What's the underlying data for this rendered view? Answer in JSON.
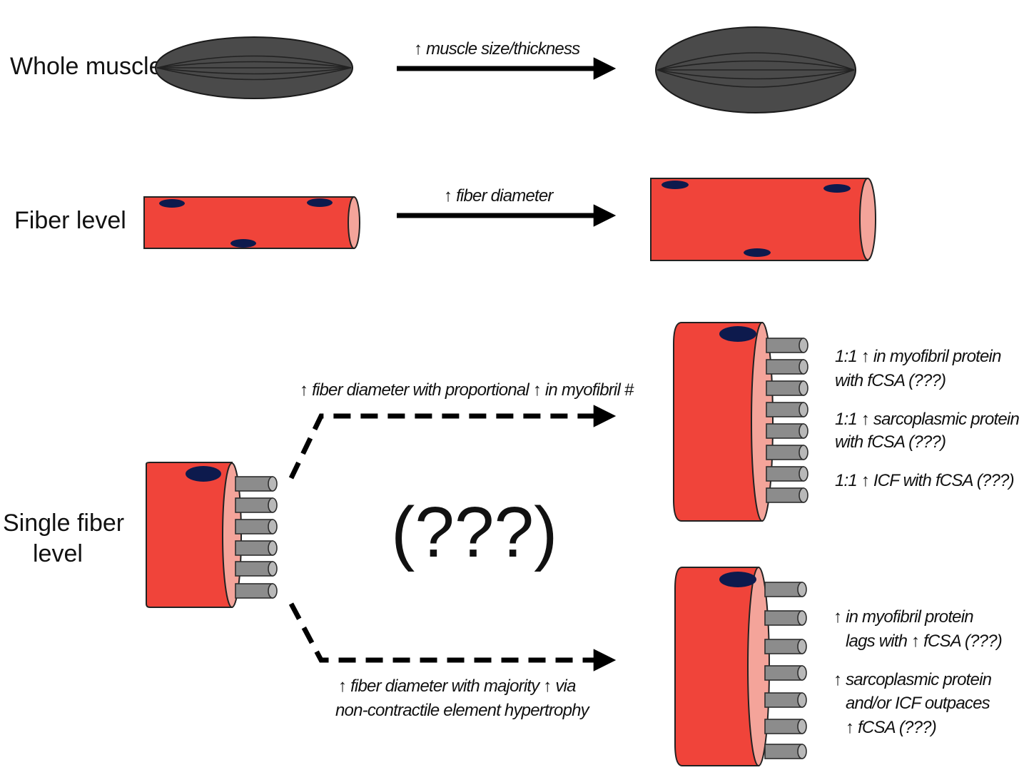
{
  "rows": {
    "whole_muscle": "Whole muscle",
    "fiber_level": "Fiber level",
    "single_fiber_line1": "Single fiber",
    "single_fiber_line2": "level"
  },
  "arrows": {
    "muscle": "↑ muscle size/thickness",
    "fiber": "↑ fiber diameter",
    "upper_branch": "↑ fiber diameter with proportional ↑ in myofibril #",
    "lower_branch_line1": "↑ fiber diameter with majority ↑ via",
    "lower_branch_line2": "non-contractile element hypertrophy"
  },
  "question": "(???)",
  "upper_notes": [
    "1:1 ↑ in myofibril protein",
    "with fCSA (???)",
    "1:1 ↑ sarcoplasmic protein",
    "with fCSA (???)",
    "1:1 ↑ ICF with fCSA (???)"
  ],
  "lower_notes": [
    "↑ in myofibril protein",
    "lags with ↑ fCSA (???)",
    "↑ sarcoplasmic protein",
    "and/or ICF outpaces",
    "↑ fCSA (???)"
  ],
  "colors": {
    "muscle": "#4a4a4a",
    "fiber_red": "#f0443a",
    "fiber_end": "#f4a49a",
    "nucleus": "#0d1a4d",
    "myofibril": "#8c8c8c",
    "arrow": "#000000"
  }
}
